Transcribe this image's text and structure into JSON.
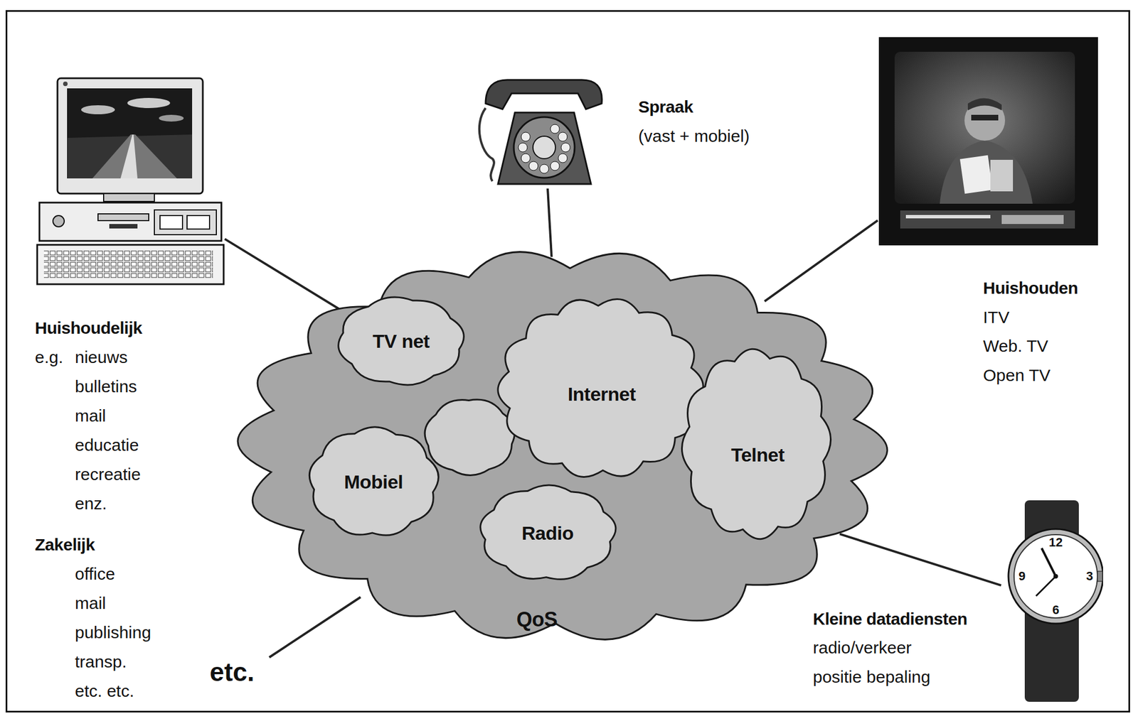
{
  "diagram": {
    "nodes": [
      {
        "text": [
          "QoS"
        ]
      },
      {
        "text": [
          "TV net"
        ],
        "in": 0
      },
      {
        "text": [
          "Internet"
        ],
        "in": 0
      },
      {
        "text": [
          "Mobiel"
        ],
        "in": 0
      },
      {
        "text": [
          "Radio"
        ],
        "in": 0
      },
      {
        "text": [
          "Telnet"
        ],
        "in": 0
      },
      {
        "text": [
          "Huishoudelijk",
          "e.g.",
          "nieuws",
          "bulletins",
          "mail",
          "educatie",
          "recreatie",
          "enz.",
          "Zakelijk",
          "office",
          "mail",
          "publishing",
          "transp.",
          "etc. etc."
        ]
      },
      {
        "text": [
          "Spraak",
          "(vast + mobiel)"
        ]
      },
      {
        "text": [
          "Huishouden",
          "ITV",
          "Web. TV",
          "Open TV"
        ]
      },
      {
        "text": [
          "Kleine datadiensten",
          "radio/verkeer",
          "positie bepaling"
        ]
      }
    ],
    "edges": [
      {
        "from": 6,
        "to": 0,
        "arrow": "none"
      },
      {
        "from": 7,
        "to": 0,
        "arrow": "none"
      },
      {
        "from": 8,
        "to": 0,
        "arrow": "none"
      },
      {
        "from": 9,
        "to": 0,
        "arrow": "none"
      }
    ],
    "labels": [
      "etc.",
      "12",
      "9",
      "3",
      "6"
    ]
  }
}
